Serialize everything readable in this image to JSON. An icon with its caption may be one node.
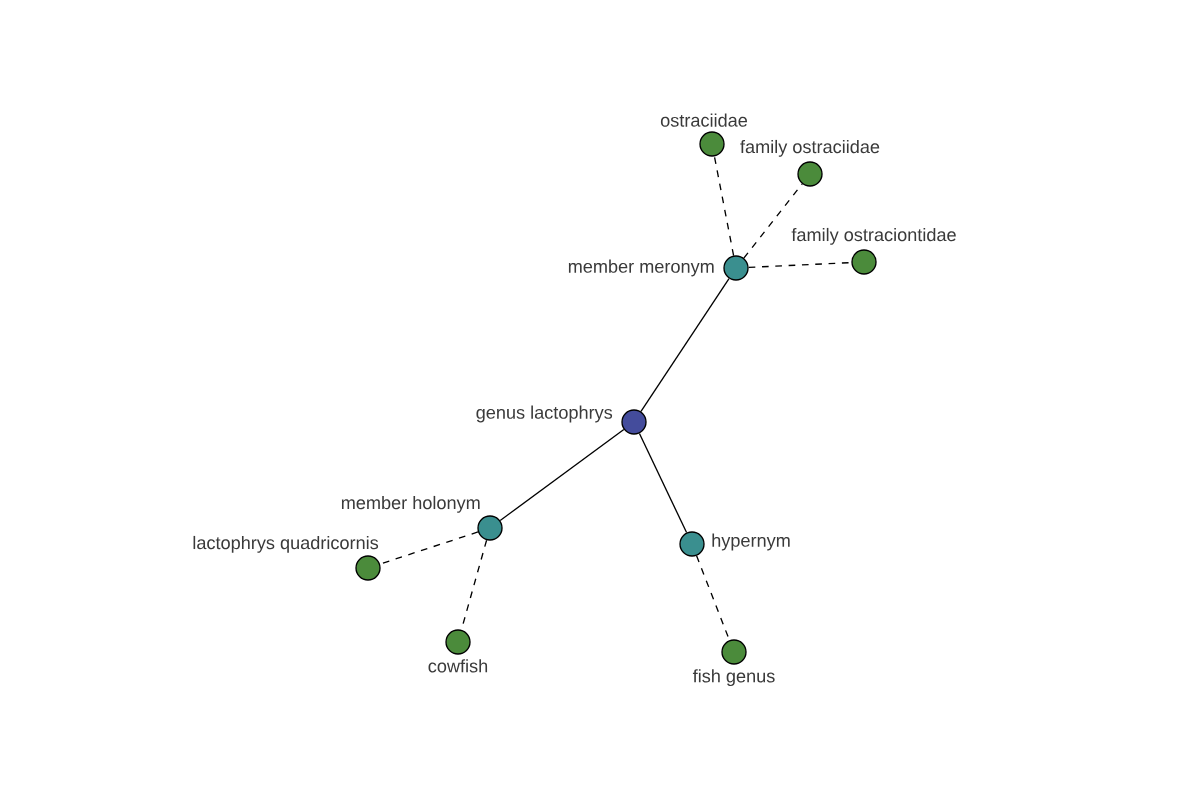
{
  "diagram": {
    "nodes": [
      {
        "text": [
          "ostraciidae"
        ]
      },
      {
        "text": [
          "family ostraciidae"
        ]
      },
      {
        "text": [
          "member meronym"
        ]
      },
      {
        "text": [
          "family ostraciontidae"
        ]
      },
      {
        "text": [
          "genus lactophrys"
        ]
      },
      {
        "text": [
          "member holonym"
        ]
      },
      {
        "text": [
          "hypernym"
        ]
      },
      {
        "text": [
          "lactophrys quadricornis"
        ]
      },
      {
        "text": [
          "cowfish"
        ]
      },
      {
        "text": [
          "fish genus"
        ]
      }
    ],
    "edges": [
      {
        "from": 4,
        "to": 2,
        "arrow": "none"
      },
      {
        "from": 2,
        "to": 0,
        "arrow": "none",
        "style": "dashed"
      },
      {
        "from": 2,
        "to": 1,
        "arrow": "none",
        "style": "dashed"
      },
      {
        "from": 2,
        "to": 3,
        "arrow": "none",
        "style": "dashed"
      },
      {
        "from": 4,
        "to": 5,
        "arrow": "none"
      },
      {
        "from": 5,
        "to": 7,
        "arrow": "none",
        "style": "dashed"
      },
      {
        "from": 5,
        "to": 8,
        "arrow": "none",
        "style": "dashed"
      },
      {
        "from": 4,
        "to": 6,
        "arrow": "none"
      },
      {
        "from": 6,
        "to": 9,
        "arrow": "none",
        "style": "dashed"
      }
    ]
  }
}
